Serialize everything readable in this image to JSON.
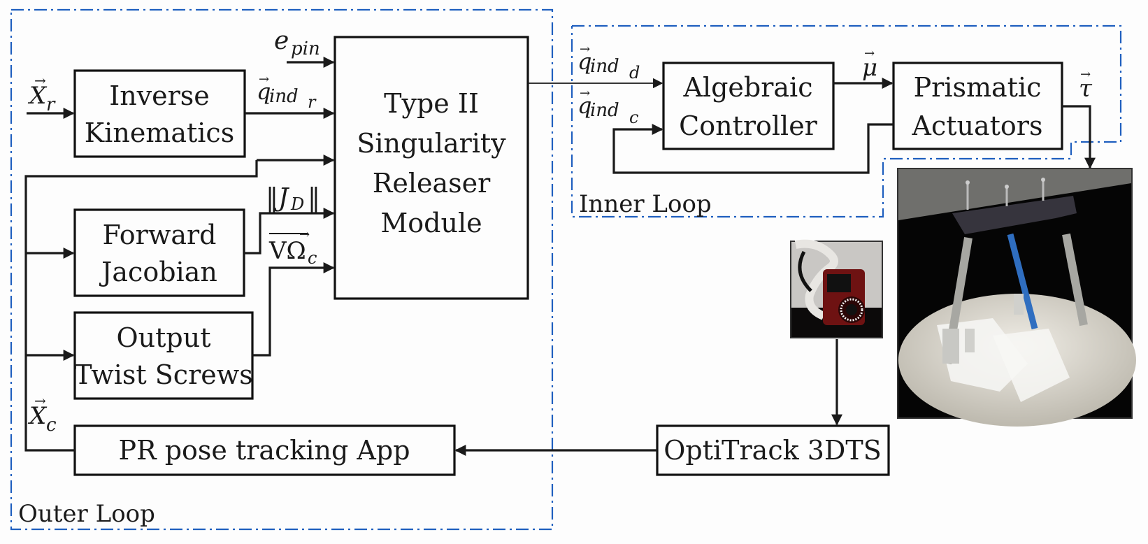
{
  "diagram": {
    "loops": {
      "outer": "Outer Loop",
      "inner": "Inner Loop"
    },
    "blocks": {
      "inverse_kinematics": [
        "Inverse",
        "Kinematics"
      ],
      "forward_jacobian": [
        "Forward",
        "Jacobian"
      ],
      "output_twist_screws": [
        "Output",
        "Twist Screws"
      ],
      "singularity_releaser": [
        "Type II",
        "Singularity",
        "Releaser",
        "Module"
      ],
      "pose_tracking": "PR pose tracking App",
      "algebraic_controller": [
        "Algebraic",
        "Controller"
      ],
      "prismatic_actuators": [
        "Prismatic",
        "Actuators"
      ],
      "optitrack": "OptiTrack 3DTS"
    },
    "signals": {
      "x_r": {
        "base": "X",
        "sub": "r",
        "vec": "→"
      },
      "x_c": {
        "base": "X",
        "sub": "c",
        "vec": "→"
      },
      "e_pin": {
        "base": "e",
        "sub": "pin"
      },
      "q_ind_r": {
        "base": "q",
        "sub": "ind",
        "subsub": "r",
        "vec": "→"
      },
      "q_ind_d": {
        "base": "q",
        "sub": "ind",
        "subsub": "d",
        "vec": "→"
      },
      "q_ind_c": {
        "base": "q",
        "sub": "ind",
        "subsub": "c",
        "vec": "→"
      },
      "jd_norm": {
        "left": "‖",
        "base": "J",
        "sub": "D",
        "right": "‖"
      },
      "grad_omega": {
        "base": "VΩ",
        "sub": "c",
        "vec": "→"
      },
      "mu": {
        "base": "μ",
        "vec": "→"
      },
      "tau": {
        "base": "τ",
        "vec": "→"
      }
    },
    "photos": {
      "camera": "OptiTrack camera photo",
      "robot": "Parallel robot platform photo"
    }
  }
}
